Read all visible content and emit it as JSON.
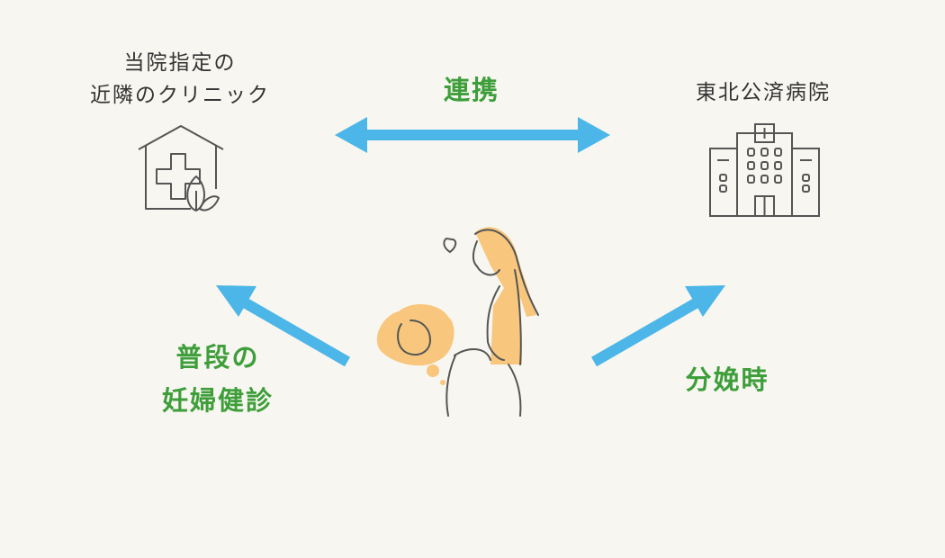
{
  "clinic": {
    "label_line1": "当院指定の",
    "label_line2": "近隣のクリニック"
  },
  "hospital": {
    "label": "東北公済病院"
  },
  "links": {
    "cooperation": "連携",
    "regular_checkup_line1": "普段の",
    "regular_checkup_line2": "妊婦健診",
    "delivery": "分娩時"
  },
  "colors": {
    "arrow": "#4cb6e8",
    "accent_text": "#3d9e3a",
    "illustration": "#f8c77d",
    "line": "#555555"
  }
}
